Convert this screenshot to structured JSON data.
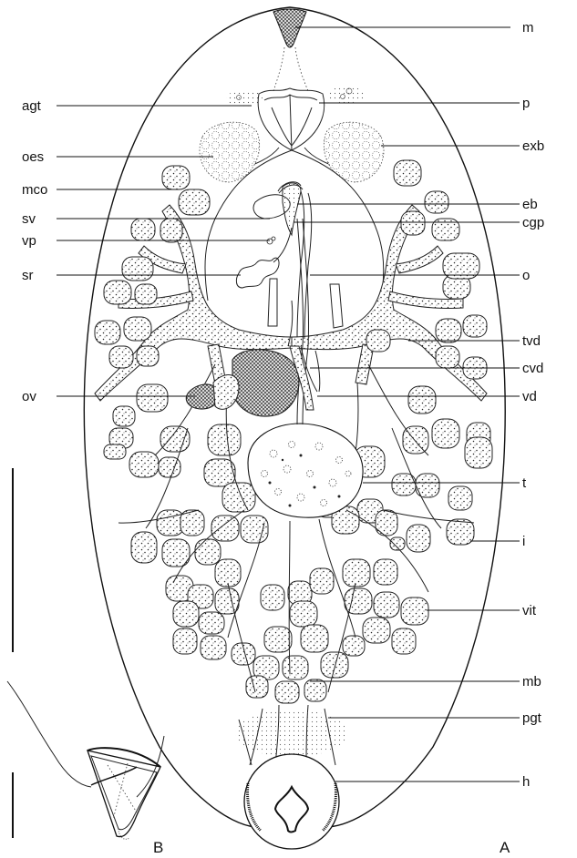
{
  "figure": {
    "labels_left": [
      "agt",
      "oes",
      "mco",
      "sv",
      "vp",
      "sr",
      "ov"
    ],
    "labels_right": [
      "m",
      "p",
      "exb",
      "eb",
      "cgp",
      "o",
      "tvd",
      "cvd",
      "vd",
      "t",
      "i",
      "vit",
      "mb",
      "pgt",
      "h"
    ],
    "panels": [
      "B",
      "A"
    ]
  }
}
